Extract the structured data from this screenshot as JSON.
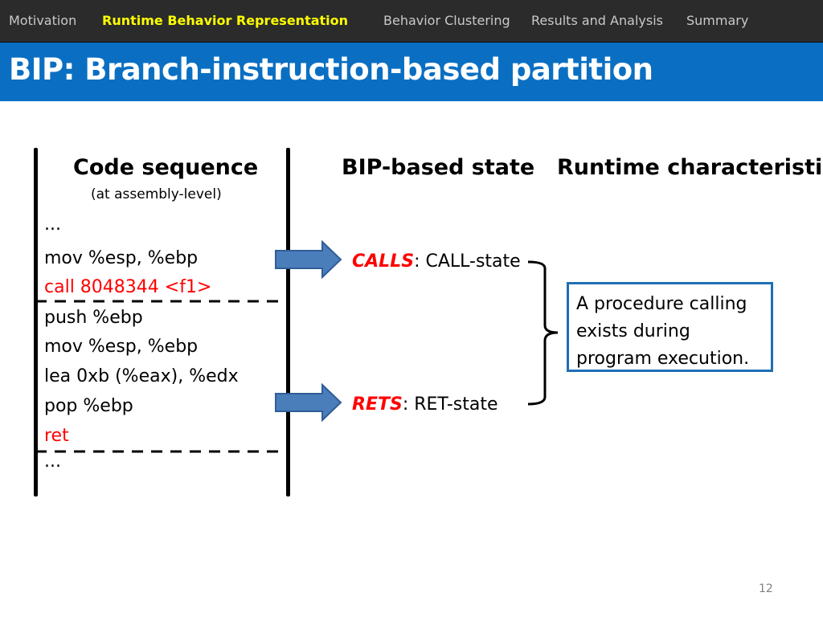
{
  "nav": {
    "items": [
      {
        "label": "Motivation",
        "active": false
      },
      {
        "label": "Runtime Behavior Representation",
        "active": true
      },
      {
        "label": "Behavior Clustering",
        "active": false
      },
      {
        "label": "Results and Analysis",
        "active": false
      },
      {
        "label": "Summary",
        "active": false
      }
    ],
    "active_color": "#ffff00",
    "bar_color": "#2b2b2b"
  },
  "slide": {
    "title": "BIP: Branch-instruction-based partition",
    "title_bar_color": "#0a6fc2",
    "columns": {
      "code": {
        "heading": "Code sequence",
        "subheading": "(at assembly-level)"
      },
      "state": {
        "heading": "BIP-based state"
      },
      "characteristic": {
        "heading": "Runtime characteristic"
      }
    },
    "code_lines": [
      {
        "text": "...",
        "branch": false
      },
      {
        "text": "mov %esp, %ebp",
        "branch": false
      },
      {
        "text": "call 8048344 <f1>",
        "branch": true
      },
      {
        "text": "push %ebp",
        "branch": false
      },
      {
        "text": "mov %esp, %ebp",
        "branch": false
      },
      {
        "text": "lea 0xb (%eax), %edx",
        "branch": false
      },
      {
        "text": "pop %ebp",
        "branch": false
      },
      {
        "text": "ret",
        "branch": true
      },
      {
        "text": "...",
        "branch": false
      }
    ],
    "states": [
      {
        "name": "CALLS",
        "description": ": CALL-state"
      },
      {
        "name": "RETS",
        "description": ": RET-state"
      }
    ],
    "characteristic_text": "A procedure calling exists during program execution.",
    "highlight_color": "#ff0000",
    "arrow_color": "#4a7ebb",
    "page_number": "12"
  }
}
